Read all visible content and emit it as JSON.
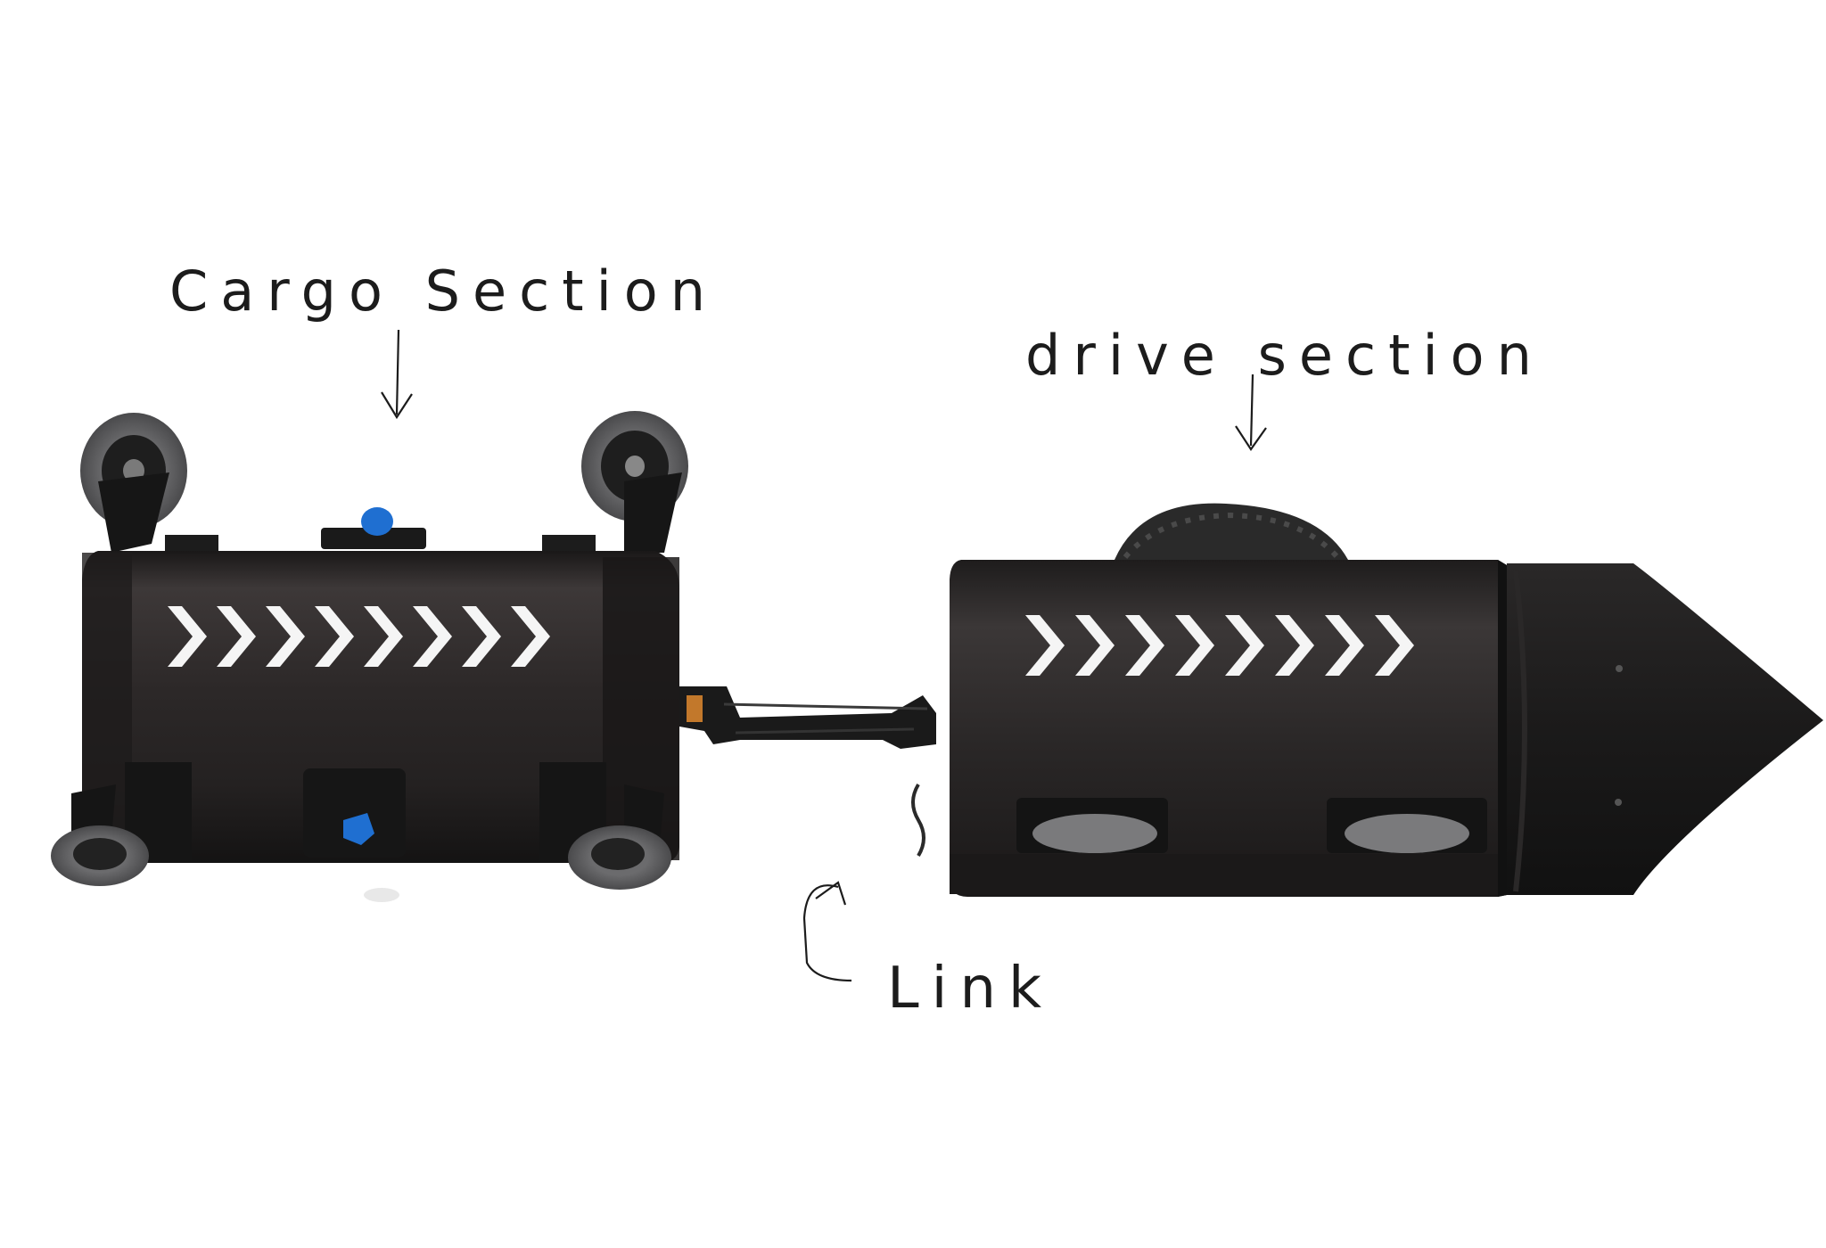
{
  "annotations": {
    "cargo_label": "Cargo Section",
    "drive_label": "drive section",
    "link_label": "Link"
  },
  "colors": {
    "background": "#ffffff",
    "body_dark": "#2a2727",
    "body_mid": "#3a3535",
    "body_edge": "#141414",
    "chevron": "#f4f4f4",
    "wheel": "#5e5e60",
    "wheel_hub": "#1a1a1a",
    "accent_blue": "#1f6fd1",
    "ink": "#1c1c1c"
  },
  "icons": {
    "chevron": "chevron-right-icon",
    "arrow_down": "arrow-down-icon",
    "arrow_hook": "hook-arrow-icon"
  }
}
